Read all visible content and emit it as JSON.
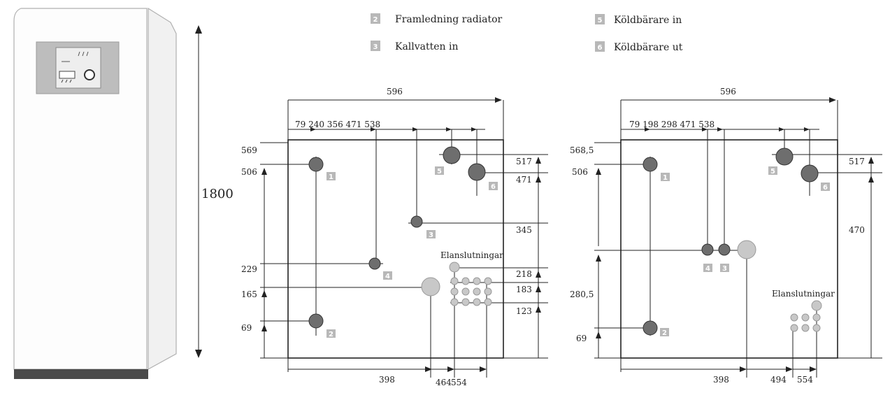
{
  "legend": [
    {
      "num": "2",
      "label": "Framledning radiator"
    },
    {
      "num": "3",
      "label": "Kallvatten in"
    },
    {
      "num": "5",
      "label": "Köldbärare in"
    },
    {
      "num": "6",
      "label": "Köldbärare ut"
    }
  ],
  "unit_height": "1800",
  "diagram_left": {
    "width": "596",
    "top_positions": "79 240 356 471 538",
    "heights": [
      "569",
      "506",
      "229",
      "165",
      "69"
    ],
    "right_heights": [
      "517",
      "471",
      "345",
      "218",
      "183",
      "123"
    ],
    "bottom": [
      "398",
      "464",
      "554"
    ],
    "electrical_label": "Elanslutningar",
    "connections": [
      {
        "num": "1"
      },
      {
        "num": "2"
      },
      {
        "num": "3"
      },
      {
        "num": "4"
      },
      {
        "num": "5"
      },
      {
        "num": "6"
      }
    ]
  },
  "diagram_right": {
    "width": "596",
    "top_positions": "79 198 298 471 538",
    "heights": [
      "568,5",
      "506",
      "280,5",
      "69"
    ],
    "right_heights": [
      "517",
      "470"
    ],
    "bottom": [
      "398",
      "494",
      "554"
    ],
    "electrical_label": "Elanslutningar",
    "connections": [
      {
        "num": "1"
      },
      {
        "num": "2"
      },
      {
        "num": "3"
      },
      {
        "num": "4"
      },
      {
        "num": "5"
      },
      {
        "num": "6"
      }
    ]
  },
  "colors": {
    "port": "#6e6e6e",
    "badge": "#b8b8b8",
    "port_light": "#c8c8c8"
  }
}
